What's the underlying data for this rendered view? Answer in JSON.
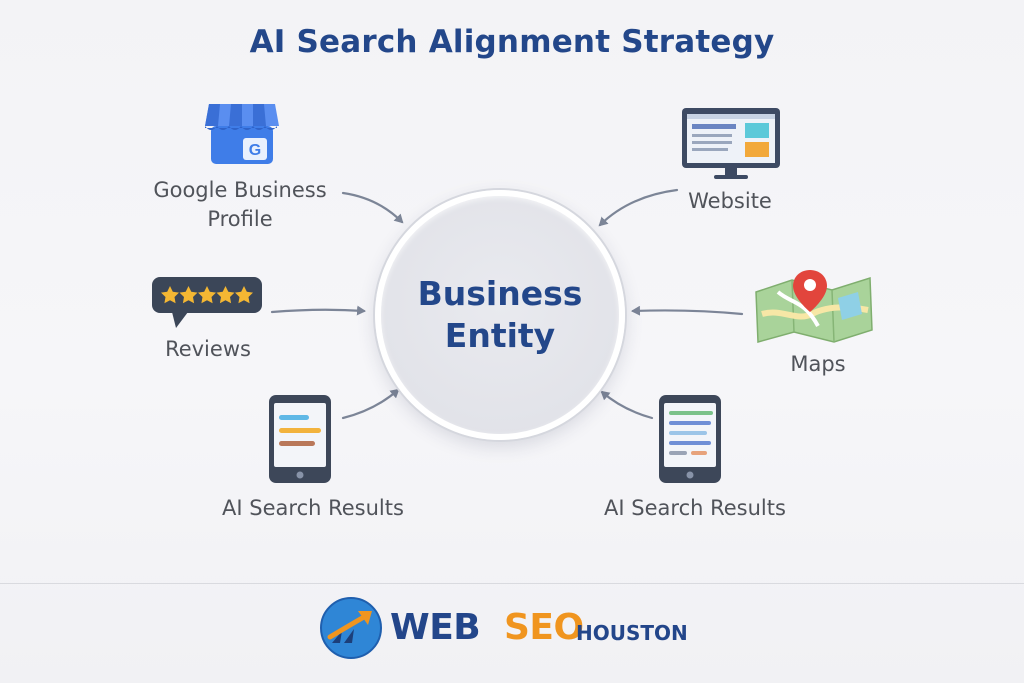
{
  "title": "AI Search Alignment Strategy",
  "hub": {
    "line1": "Business",
    "line2": "Entity"
  },
  "nodes": {
    "google_business_profile": {
      "line1": "Google Business",
      "line2": "Profile",
      "icon": "google-storefront-icon",
      "badge": "G"
    },
    "website": {
      "label": "Website",
      "icon": "desktop-monitor-icon"
    },
    "reviews": {
      "label": "Reviews",
      "icon": "star-rating-bubble-icon"
    },
    "maps": {
      "label": "Maps",
      "icon": "folded-map-pin-icon"
    },
    "ai_results_left": {
      "label": "AI Search Results",
      "icon": "tablet-results-icon"
    },
    "ai_results_right": {
      "label": "AI Search Results",
      "icon": "tablet-results-icon"
    }
  },
  "footer": {
    "brand_a": "WEB",
    "brand_b": "SEO",
    "brand_c": "HOUSTON",
    "logo_icon": "growth-chart-icon"
  },
  "colors": {
    "title": "#23478a",
    "accent_orange": "#f0951f",
    "google_blue": "#3f7de8",
    "connector": "#7c8597"
  }
}
